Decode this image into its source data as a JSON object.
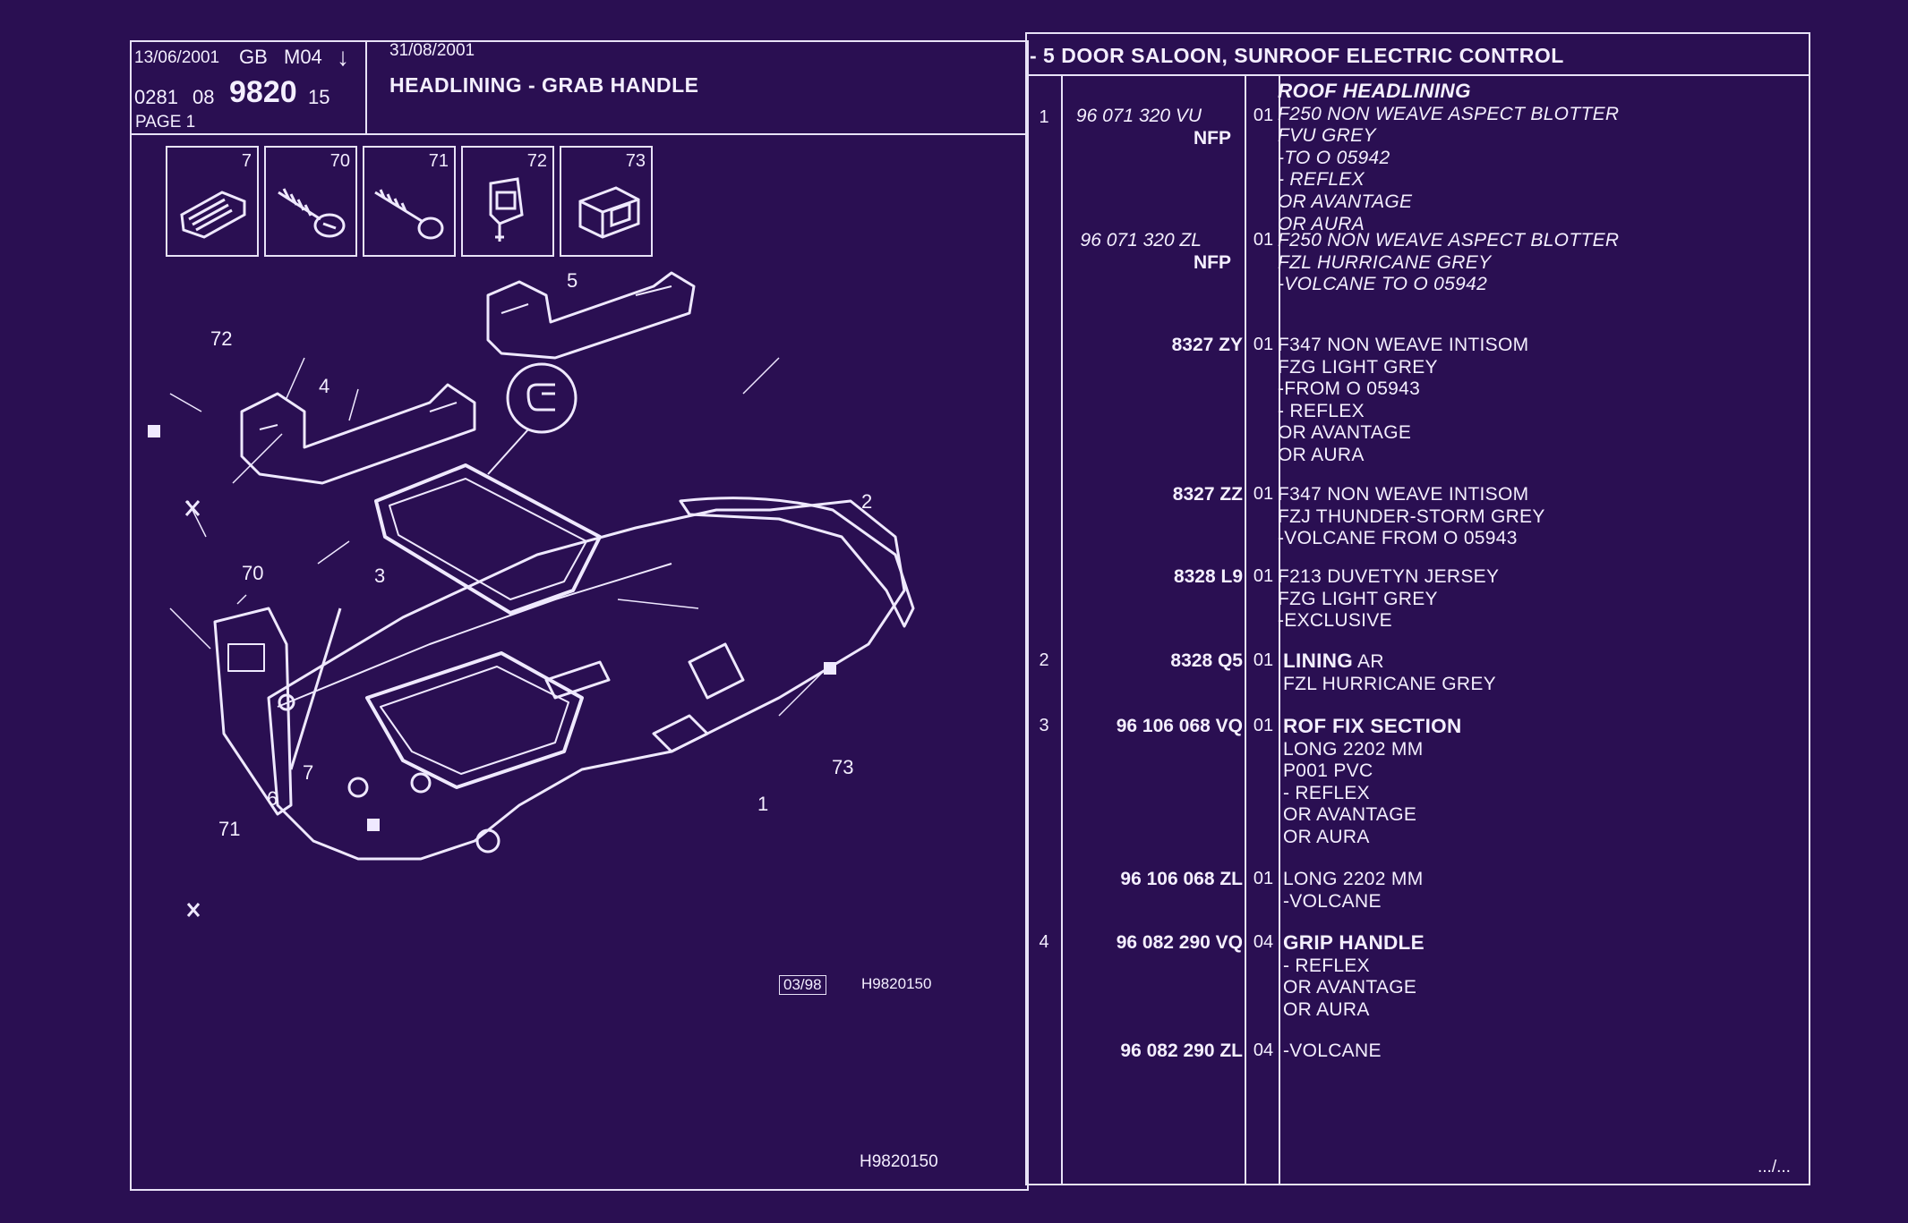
{
  "header": {
    "date1": "13/06/2001",
    "market": "GB",
    "model": "M04",
    "arrow": "↓",
    "code_a": "0281",
    "code_b": "08",
    "code_main": "9820",
    "code_c": "15",
    "page": "PAGE  1",
    "date2": "31/08/2001",
    "title": "HEADLINING - GRAB HANDLE",
    "right_title": "- 5 DOOR SALOON, SUNROOF ELECTRIC CONTROL"
  },
  "icons": [
    {
      "num": "7",
      "icon": "clip-icon"
    },
    {
      "num": "70",
      "icon": "screw-icon"
    },
    {
      "num": "71",
      "icon": "bolt-icon"
    },
    {
      "num": "72",
      "icon": "bracket-icon"
    },
    {
      "num": "73",
      "icon": "cap-icon"
    }
  ],
  "callouts": {
    "c1": "1",
    "c2": "2",
    "c3": "3",
    "c4": "4",
    "c5": "5",
    "c6": "6",
    "c7": "7",
    "c70": "70",
    "c71": "71",
    "c72": "72",
    "c73": "73"
  },
  "diagram_refs": {
    "date_box": "03/98",
    "code1": "H9820150",
    "code2": "H9820150"
  },
  "parts": [
    {
      "item": "1",
      "ref": "96 071 320 VU",
      "ref_italic": true,
      "nfp": "NFP",
      "qty": "01",
      "lines": [
        {
          "t": "ROOF HEADLINING",
          "b": true
        },
        {
          "t": "F250 NON WEAVE ASPECT BLOTTER"
        },
        {
          "t": "FVU GREY"
        },
        {
          "t": "-TO  O  05942"
        },
        {
          "t": "-      REFLEX"
        },
        {
          "t": "OR AVANTAGE"
        },
        {
          "t": "OR AURA"
        }
      ],
      "italic": true
    },
    {
      "item": "",
      "ref": "96 071 320 ZL",
      "ref_italic": true,
      "nfp": "NFP",
      "qty": "01",
      "lines": [
        {
          "t": "F250 NON WEAVE ASPECT BLOTTER"
        },
        {
          "t": "FZL HURRICANE GREY"
        },
        {
          "t": "-VOLCANE TO  O  05942"
        }
      ],
      "italic": true
    },
    {
      "item": "",
      "ref": "8327 ZY",
      "qty": "01",
      "lines": [
        {
          "t": "F347 NON WEAVE INTISOM"
        },
        {
          "t": "FZG LIGHT GREY"
        },
        {
          "t": "-FROM  O  05943"
        },
        {
          "t": "-      REFLEX"
        },
        {
          "t": "OR AVANTAGE"
        },
        {
          "t": "OR AURA"
        }
      ]
    },
    {
      "item": "",
      "ref": "8327 ZZ",
      "qty": "01",
      "lines": [
        {
          "t": "F347 NON WEAVE INTISOM"
        },
        {
          "t": "FZJ THUNDER-STORM GREY"
        },
        {
          "t": "-VOLCANE FROM  O  05943"
        }
      ]
    },
    {
      "item": "",
      "ref": "8328 L9",
      "qty": "01",
      "lines": [
        {
          "t": "F213 DUVETYN JERSEY"
        },
        {
          "t": "FZG LIGHT GREY"
        },
        {
          "t": "-EXCLUSIVE"
        }
      ]
    },
    {
      "item": "2",
      "ref": "8328 Q5",
      "qty": "01",
      "lines": [
        {
          "t": "LINING",
          "b": true,
          "suffix": " AR"
        },
        {
          "t": "FZL HURRICANE GREY"
        }
      ]
    },
    {
      "item": "3",
      "ref": "96 106 068 VQ",
      "qty": "01",
      "lines": [
        {
          "t": "ROF FIX SECTION",
          "b": true
        },
        {
          "t": "LONG 2202 MM"
        },
        {
          "t": "P001 PVC"
        },
        {
          "t": "-      REFLEX"
        },
        {
          "t": "OR AVANTAGE"
        },
        {
          "t": "OR AURA"
        }
      ]
    },
    {
      "item": "",
      "ref": "96 106 068 ZL",
      "qty": "01",
      "lines": [
        {
          "t": "LONG 2202 MM"
        },
        {
          "t": "-VOLCANE"
        }
      ]
    },
    {
      "item": "4",
      "ref": "96 082 290 VQ",
      "qty": "04",
      "lines": [
        {
          "t": "GRIP HANDLE",
          "b": true
        },
        {
          "t": "-      REFLEX"
        },
        {
          "t": "OR AVANTAGE"
        },
        {
          "t": "OR AURA"
        }
      ]
    },
    {
      "item": "",
      "ref": "96 082 290 ZL",
      "qty": "04",
      "lines": [
        {
          "t": "-VOLCANE"
        }
      ]
    }
  ],
  "continue": ".../..."
}
